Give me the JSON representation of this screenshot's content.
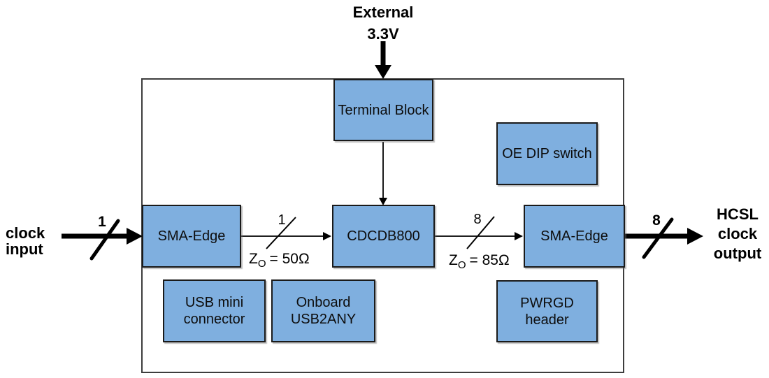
{
  "colors": {
    "block_fill": "#7FAFDF",
    "block_border": "#1a1a1a",
    "board_border": "#3d3d3d",
    "wire": "#000000"
  },
  "labels": {
    "external_power_line1": "External",
    "external_power_line2": "3.3V",
    "clock_input_line1": "clock",
    "clock_input_line2": "input",
    "hcsl_output_line1": "HCSL",
    "hcsl_output_line2": "clock",
    "hcsl_output_line3": "output"
  },
  "blocks": {
    "terminal_block": "Terminal Block",
    "oe_dip_switch": "OE DIP switch",
    "sma_edge_input": "SMA-Edge",
    "cdcdb800": "CDCDB800",
    "sma_edge_output": "SMA-Edge",
    "usb_mini_line1": "USB mini",
    "usb_mini_line2": "connector",
    "usb2any_line1": "Onboard",
    "usb2any_line2": "USB2ANY",
    "pwrgd_line1": "PWRGD",
    "pwrgd_line2": "header"
  },
  "buses": {
    "input_count": "1",
    "stage1_count": "1",
    "stage1_impedance_symbol": "Z",
    "stage1_impedance_sub": "O",
    "stage1_impedance_value": "= 50Ω",
    "stage2_count": "8",
    "stage2_impedance_symbol": "Z",
    "stage2_impedance_sub": "O",
    "stage2_impedance_value": "= 85Ω",
    "output_count": "8"
  }
}
